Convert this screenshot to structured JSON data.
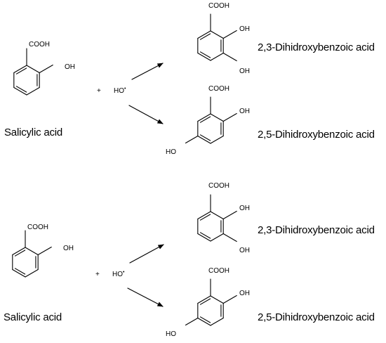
{
  "colors": {
    "ink": "#000000",
    "background": "#ffffff"
  },
  "panels": [
    {
      "reactant": {
        "name": "Salicylic acid",
        "cooh": "COOH",
        "oh": "OH"
      },
      "plus": "+",
      "radical": {
        "text": "HO",
        "dot": "•"
      },
      "products": [
        {
          "name": "2,3-Dihidroxybenzoic acid",
          "cooh": "COOH",
          "oh_a": "OH",
          "oh_b": "OH"
        },
        {
          "name": "2,5-Dihidroxybenzoic acid",
          "cooh": "COOH",
          "oh_a": "OH",
          "oh_b": "HO"
        }
      ]
    },
    {
      "reactant": {
        "name": "Salicylic acid",
        "cooh": "COOH",
        "oh": "OH"
      },
      "plus": "+",
      "radical": {
        "text": "HO",
        "dot": "•"
      },
      "products": [
        {
          "name": "2,3-Dihidroxybenzoic acid",
          "cooh": "COOH",
          "oh_a": "OH",
          "oh_b": "OH"
        },
        {
          "name": "2,5-Dihidroxybenzoic acid",
          "cooh": "COOH",
          "oh_a": "OH",
          "oh_b": "HO"
        }
      ]
    }
  ]
}
